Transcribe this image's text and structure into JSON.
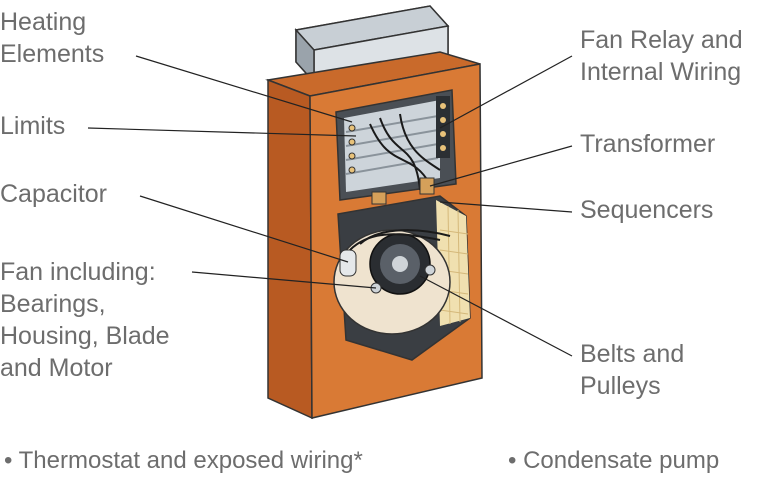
{
  "labels": {
    "heating_elements": [
      "Heating",
      "Elements"
    ],
    "limits": [
      "Limits"
    ],
    "capacitor": [
      "Capacitor"
    ],
    "fan": [
      "Fan including:",
      "Bearings,",
      "Housing, Blade",
      "and Motor"
    ],
    "fan_relay": [
      "Fan Relay and",
      "Internal Wiring"
    ],
    "transformer": [
      "Transformer"
    ],
    "sequencers": [
      "Sequencers"
    ],
    "belts": [
      "Belts and",
      "Pulleys"
    ]
  },
  "footnotes": {
    "thermostat": "• Thermostat and exposed wiring*",
    "condensate": "• Condensate pump"
  },
  "colors": {
    "cabinet_front": "#d97a35",
    "cabinet_side": "#b85a22",
    "cabinet_top": "#c96a2b",
    "interior": "#ffffff",
    "duct": "#c5ccd2",
    "wheel": "#efe3cf",
    "label_text": "#6d6d6d",
    "leader_line": "#222222"
  }
}
